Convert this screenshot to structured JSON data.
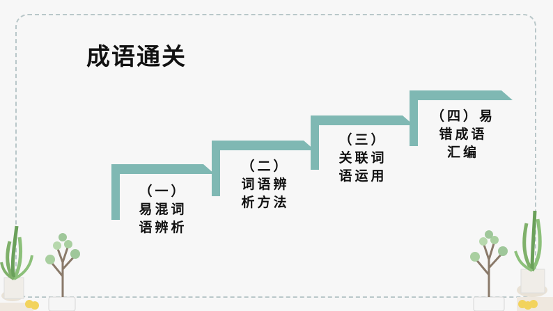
{
  "title": "成语通关",
  "steps": [
    {
      "label": "（一）\n易混词\n语辨析"
    },
    {
      "label": "（二）\n词语辨\n析方法"
    },
    {
      "label": "（三）\n关联词\n语运用"
    },
    {
      "label": "（四）易\n错成语\n汇编"
    }
  ],
  "colors": {
    "bracket": "#7fb8b3",
    "frame": "#b9c7c9",
    "background": "#f7f7f7"
  }
}
